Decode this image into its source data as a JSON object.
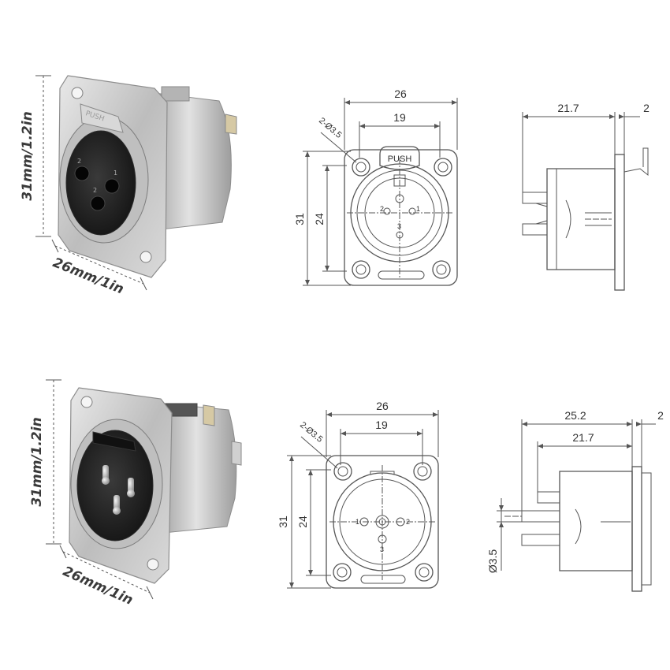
{
  "top": {
    "photo": {
      "height_label": "31mm/1.2in",
      "width_label": "26mm/1in",
      "button_text": "PUSH",
      "pin_numbers": [
        "2",
        "1",
        "2"
      ]
    },
    "front": {
      "width": "26",
      "hole_spacing": "19",
      "hole_label": "2-Ø3.5",
      "height": "31",
      "inner_height": "24",
      "button_text": "PUSH",
      "pins": [
        "2",
        "1",
        "3"
      ]
    },
    "side": {
      "depth": "21.7",
      "flange": "2"
    }
  },
  "bottom": {
    "photo": {
      "height_label": "31mm/1.2in",
      "width_label": "26mm/1in"
    },
    "front": {
      "width": "26",
      "hole_spacing": "19",
      "hole_label": "2-Ø3.5",
      "height": "31",
      "inner_height": "24",
      "pins": [
        "1",
        "2",
        "3"
      ]
    },
    "side": {
      "total_depth": "25.2",
      "depth": "21.7",
      "flange": "2",
      "pin_diameter": "Ø3.5"
    }
  },
  "colors": {
    "line": "#555555",
    "text": "#333333",
    "metal": "#c9c9c9",
    "insert": "#2a2a2a"
  }
}
